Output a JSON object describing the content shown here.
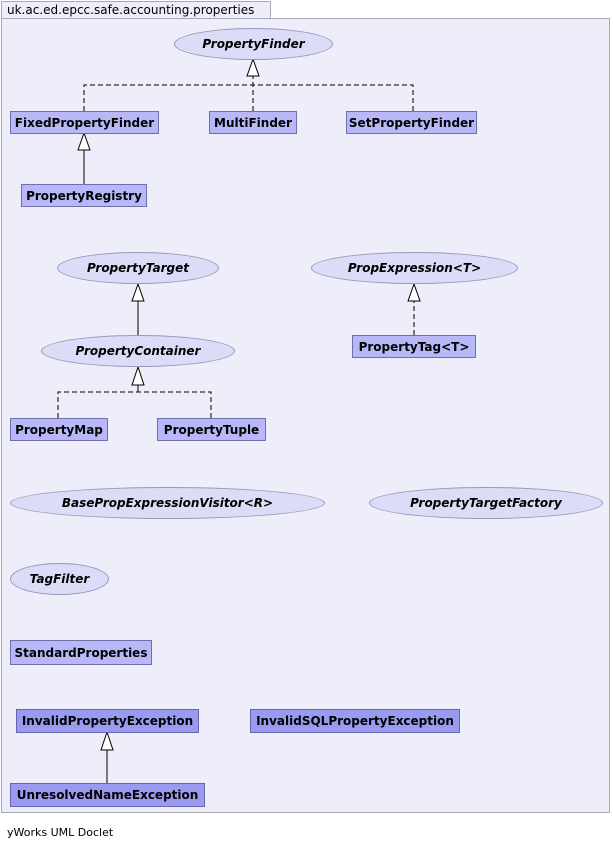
{
  "package_title": "uk.ac.ed.epcc.safe.accounting.properties",
  "footer": "yWorks UML Doclet",
  "colors": {
    "frame_bg": "#eeeefa",
    "class_fill": "#b8b8f8",
    "exception_fill": "#9a9af0",
    "interface_fill": "#dcdcf8"
  },
  "nodes": {
    "PropertyFinder": {
      "label": "PropertyFinder",
      "kind": "interface"
    },
    "FixedPropertyFinder": {
      "label": "FixedPropertyFinder",
      "kind": "class"
    },
    "MultiFinder": {
      "label": "MultiFinder",
      "kind": "class"
    },
    "SetPropertyFinder": {
      "label": "SetPropertyFinder",
      "kind": "class"
    },
    "PropertyRegistry": {
      "label": "PropertyRegistry",
      "kind": "class"
    },
    "PropertyTarget": {
      "label": "PropertyTarget",
      "kind": "interface"
    },
    "PropertyContainer": {
      "label": "PropertyContainer",
      "kind": "interface"
    },
    "PropertyMap": {
      "label": "PropertyMap",
      "kind": "class"
    },
    "PropertyTuple": {
      "label": "PropertyTuple",
      "kind": "class"
    },
    "PropExpression": {
      "label": "PropExpression<T>",
      "kind": "interface"
    },
    "PropertyTag": {
      "label": "PropertyTag<T>",
      "kind": "class"
    },
    "BasePropExpressionVisitor": {
      "label": "BasePropExpressionVisitor<R>",
      "kind": "interface"
    },
    "PropertyTargetFactory": {
      "label": "PropertyTargetFactory",
      "kind": "interface"
    },
    "TagFilter": {
      "label": "TagFilter",
      "kind": "interface"
    },
    "StandardProperties": {
      "label": "StandardProperties",
      "kind": "class"
    },
    "InvalidPropertyException": {
      "label": "InvalidPropertyException",
      "kind": "exception"
    },
    "InvalidSQLPropertyException": {
      "label": "InvalidSQLPropertyException",
      "kind": "exception"
    },
    "UnresolvedNameException": {
      "label": "UnresolvedNameException",
      "kind": "exception"
    }
  },
  "relations": [
    {
      "from": "FixedPropertyFinder",
      "to": "PropertyFinder",
      "type": "realization"
    },
    {
      "from": "MultiFinder",
      "to": "PropertyFinder",
      "type": "realization"
    },
    {
      "from": "SetPropertyFinder",
      "to": "PropertyFinder",
      "type": "realization"
    },
    {
      "from": "PropertyRegistry",
      "to": "FixedPropertyFinder",
      "type": "generalization"
    },
    {
      "from": "PropertyContainer",
      "to": "PropertyTarget",
      "type": "generalization"
    },
    {
      "from": "PropertyMap",
      "to": "PropertyContainer",
      "type": "realization"
    },
    {
      "from": "PropertyTuple",
      "to": "PropertyContainer",
      "type": "realization"
    },
    {
      "from": "PropertyTag",
      "to": "PropExpression",
      "type": "realization"
    },
    {
      "from": "UnresolvedNameException",
      "to": "InvalidPropertyException",
      "type": "generalization"
    }
  ]
}
